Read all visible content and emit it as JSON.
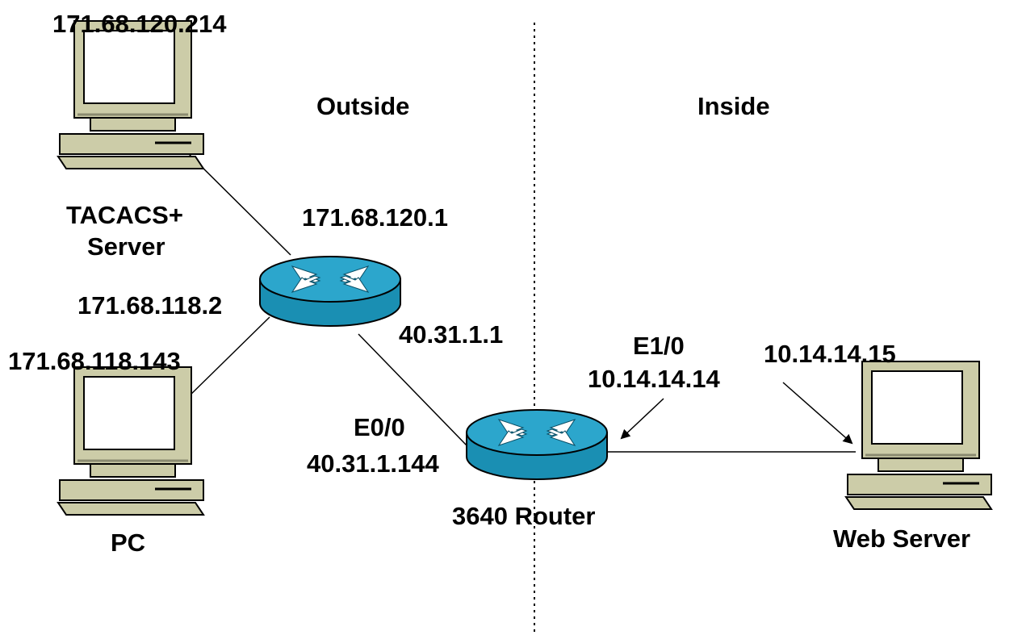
{
  "zones": {
    "outside": "Outside",
    "inside": "Inside"
  },
  "devices": {
    "tacacs_server": {
      "ip": "171.68.120.214",
      "name_line1": "TACACS+",
      "name_line2": "Server",
      "icon": "workstation-icon"
    },
    "pc": {
      "ip": "171.68.118.143",
      "name": "PC",
      "icon": "workstation-icon"
    },
    "upstream_router": {
      "ip_top": "171.68.120.1",
      "ip_left": "171.68.118.2",
      "ip_right": "40.31.1.1",
      "icon": "router-icon"
    },
    "router_3640": {
      "name": "3640 Router",
      "e00_label": "E0/0",
      "e00_ip": "40.31.1.144",
      "e10_label": "E1/0",
      "e10_ip": "10.14.14.14",
      "icon": "router-icon"
    },
    "web_server": {
      "ip": "10.14.14.15",
      "name": "Web Server",
      "icon": "workstation-icon"
    }
  },
  "colors": {
    "router_blue": "#1a8fb3",
    "router_top": "#2ca6cc",
    "computer_beige": "#cccca8",
    "line": "#000000"
  }
}
